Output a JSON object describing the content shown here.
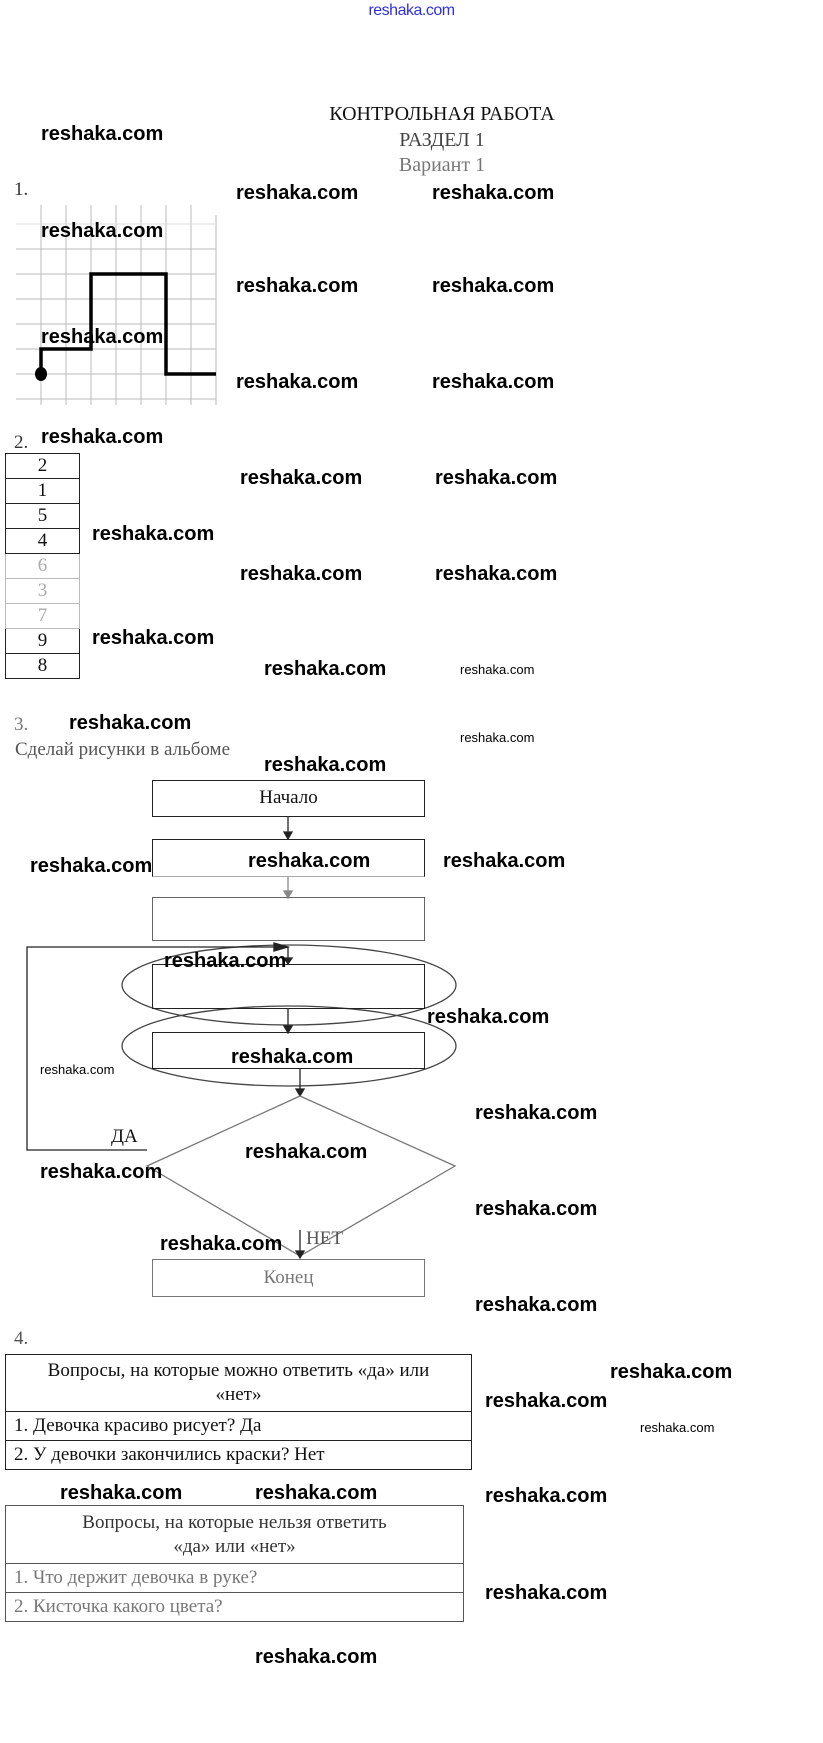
{
  "site_link": "reshaka.com",
  "watermark": "reshaka.com",
  "header": {
    "title": "КОНТРОЛЬНАЯ РАБОТА",
    "section": "РАЗДЕЛ 1",
    "variant": "Вариант 1"
  },
  "task1": {
    "number": "1."
  },
  "task2": {
    "number": "2.",
    "values": [
      "2",
      "1",
      "5",
      "4",
      "6",
      "3",
      "7",
      "9",
      "8"
    ]
  },
  "task3": {
    "number": "3.",
    "instruction": "Сделай рисунки в альбоме",
    "start_label": "Начало",
    "yes_label": "ДА",
    "no_label": "НЕТ",
    "end_label": "Конец"
  },
  "task4": {
    "number": "4.",
    "table_yes_no": {
      "header": "Вопросы, на которые можно ответить «да» или «нет»",
      "rows": [
        "1.  Девочка красиво рисует? Да",
        "2.  У девочки закончились краски? Нет"
      ]
    },
    "table_open": {
      "header": "Вопросы, на которые нельзя ответить «да» или «нет»",
      "rows": [
        "1. Что держит девочка в руке?",
        "2. Кисточка какого цвета?"
      ]
    }
  }
}
